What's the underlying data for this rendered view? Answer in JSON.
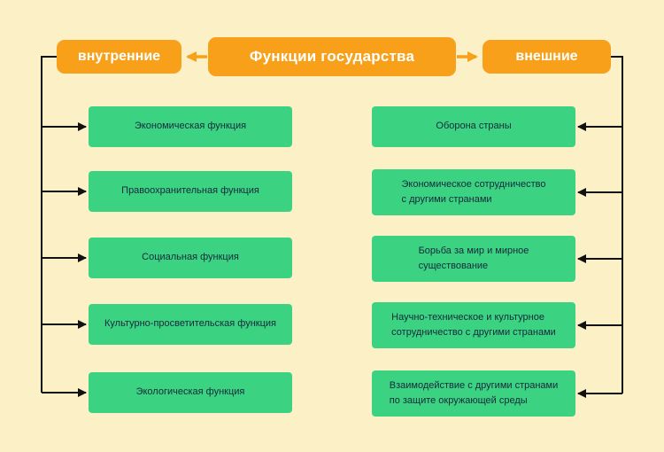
{
  "title": {
    "label": "Функции государства"
  },
  "branches": {
    "left": {
      "label": "внутренние",
      "items": [
        {
          "lines": [
            "Экономическая функция"
          ]
        },
        {
          "lines": [
            "Правоохранительная функция"
          ]
        },
        {
          "lines": [
            "Социальная функция"
          ]
        },
        {
          "lines": [
            "Культурно-просветительская функция"
          ]
        },
        {
          "lines": [
            "Экологическая функция"
          ]
        }
      ]
    },
    "right": {
      "label": "внешние",
      "items": [
        {
          "lines": [
            "Оборона страны"
          ]
        },
        {
          "lines": [
            "Экономическое сотрудничество",
            "с другими странами"
          ]
        },
        {
          "lines": [
            "Борьба за мир и мирное",
            "существование"
          ]
        },
        {
          "lines": [
            "Научно-техническое и культурное",
            "сотрудничество с другими странами"
          ]
        },
        {
          "lines": [
            "Взаимодействие с другими странами",
            "по защите окружающей среды"
          ]
        }
      ]
    }
  },
  "colors": {
    "background": "#FBF0C6",
    "accent_orange": "#F8A019",
    "accent_green": "#3BD382",
    "text_on_orange": "#FFFFFF",
    "text_on_green": "#15293C",
    "connector": "#111111"
  }
}
